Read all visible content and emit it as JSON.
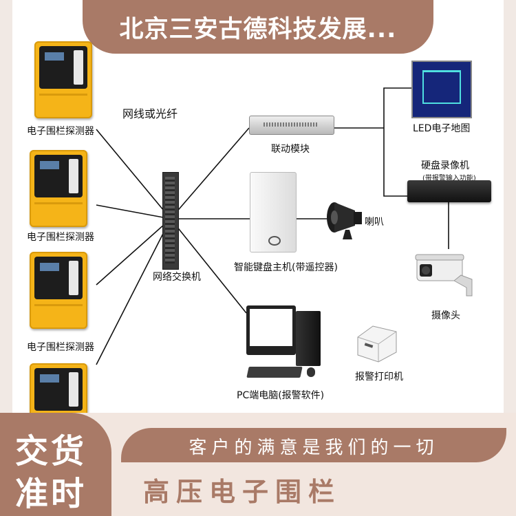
{
  "header": {
    "company_name": "北京三安古德科技发展..."
  },
  "diagram": {
    "detector_label": "电子围栏探测器",
    "cable_label": "网线或光纤",
    "switch_label": "网络交换机",
    "linkage_module_label": "联动模块",
    "host_label": "智能键盘主机(带遥控器)",
    "siren_label": "喇叭",
    "led_map_label": "LED电子地图",
    "dvr_label": "硬盘录像机",
    "dvr_note": "(带报警输入功能)",
    "camera_label": "摄像头",
    "pc_label": "PC端电脑(报警软件)",
    "printer_label": "报警打印机"
  },
  "footer": {
    "badge_line1": "交货",
    "badge_line2": "准时",
    "slogan": "客户的满意是我们的一切",
    "product_name": "高压电子围栏"
  },
  "colors": {
    "accent": "#a97a67",
    "detector": "#f5b418",
    "background": "#f2e6df"
  }
}
